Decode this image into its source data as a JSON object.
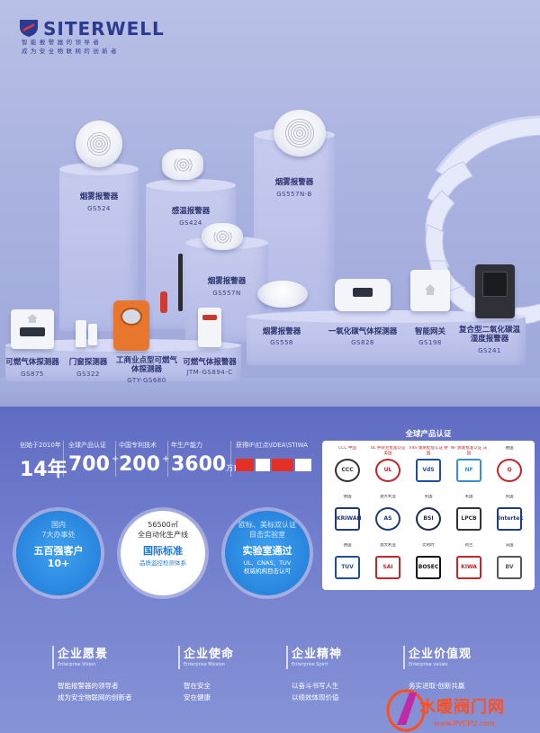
{
  "brand": {
    "name": "SITERWELL",
    "slogan_line1": "智能报警器的领导者",
    "slogan_line2": "成为安全物联网的创新者"
  },
  "products": [
    {
      "name": "烟雾报警器",
      "code": "GS524"
    },
    {
      "name": "感温报警器",
      "code": "GS424"
    },
    {
      "name": "烟雾报警器",
      "code": "GS557N-B"
    },
    {
      "name": "烟雾报警器",
      "code": "GS557N"
    },
    {
      "name": "可燃气体探测器",
      "code": "GS875"
    },
    {
      "name": "门窗探测器",
      "code": "GS322"
    },
    {
      "name": "工商业点型可燃气体探测器",
      "code": "GTY-GS680"
    },
    {
      "name": "可燃气体报警器",
      "code": "JTM-GS894-C"
    },
    {
      "name": "烟雾报警器",
      "code": "GS558"
    },
    {
      "name": "一氧化碳气体探测器",
      "code": "GS828"
    },
    {
      "name": "智能网关",
      "code": "GS198"
    },
    {
      "name": "复合型二氧化碳温湿度报警器",
      "code": "GS241"
    }
  ],
  "stats": [
    {
      "caption": "创始于2010年",
      "value": "14年",
      "suffix": ""
    },
    {
      "caption": "全球产品认证",
      "value": "700",
      "suffix": "+"
    },
    {
      "caption": "中国专利技术",
      "value": "200",
      "suffix": "+"
    },
    {
      "caption": "年生产能力",
      "value": "3600",
      "suffix": "万套"
    }
  ],
  "awards_caption": "获得IF\\红点\\IDEA\\STIWA",
  "circles": [
    {
      "line1": "国内",
      "line2": "7大办事处",
      "main": "五百强客户",
      "sub": "10+"
    },
    {
      "line1": "56500㎡",
      "line2": "全自动化生产线",
      "main": "国际标准",
      "sub": "品质监控检测体系"
    },
    {
      "line1": "欧标、美标双认证",
      "line2": "目击实验室",
      "main": "实验室通过",
      "sub": "UL、CNAS、TUV",
      "sub2": "权威机构目击认可"
    }
  ],
  "certifications": {
    "title": "全球产品认证",
    "items": [
      {
        "region": "CCC 中国",
        "logo": "CCC"
      },
      {
        "region": "UL 并获允批准认证 美国",
        "logo": "UL"
      },
      {
        "region": "VdS 颁发批准认证 德国",
        "logo": "VdS"
      },
      {
        "region": "NF 颁发批准认证 法国",
        "logo": "NF"
      },
      {
        "region": "德国",
        "logo": "Q"
      },
      {
        "region": "德国",
        "logo": "KRIWAN"
      },
      {
        "region": "澳大利亚",
        "logo": "AS"
      },
      {
        "region": "英国",
        "logo": "BSI"
      },
      {
        "region": "英国",
        "logo": "LPCB"
      },
      {
        "region": "英国",
        "logo": "Intertek"
      },
      {
        "region": "德国",
        "logo": "TUV"
      },
      {
        "region": "澳大利亚",
        "logo": "SAI"
      },
      {
        "region": "比利时",
        "logo": "BOSEC"
      },
      {
        "region": "荷兰",
        "logo": "KIWA"
      },
      {
        "region": "法国",
        "logo": "BV"
      }
    ]
  },
  "values": [
    {
      "title": "企业愿景",
      "en": "Enterprise Vision",
      "line1": "智能报警器的领导者",
      "line2": "成为安全物联网的创新者"
    },
    {
      "title": "企业使命",
      "en": "Enterprise Mission",
      "line1": "智在安全",
      "line2": "安在健康"
    },
    {
      "title": "企业精神",
      "en": "Enterprise Spirit",
      "line1": "以奋斗书写人生",
      "line2": "以绩效体现价值"
    },
    {
      "title": "企业价值观",
      "en": "Enterprise values",
      "line1": "务实进取·创新共赢",
      "line2": ""
    }
  ],
  "watermark": {
    "text": "水暖阀门网",
    "url": "www.PVCPU.com"
  },
  "colors": {
    "brand": "#2b3b8f",
    "band": "#5f6cc2",
    "accent": "#ff4f1f"
  }
}
